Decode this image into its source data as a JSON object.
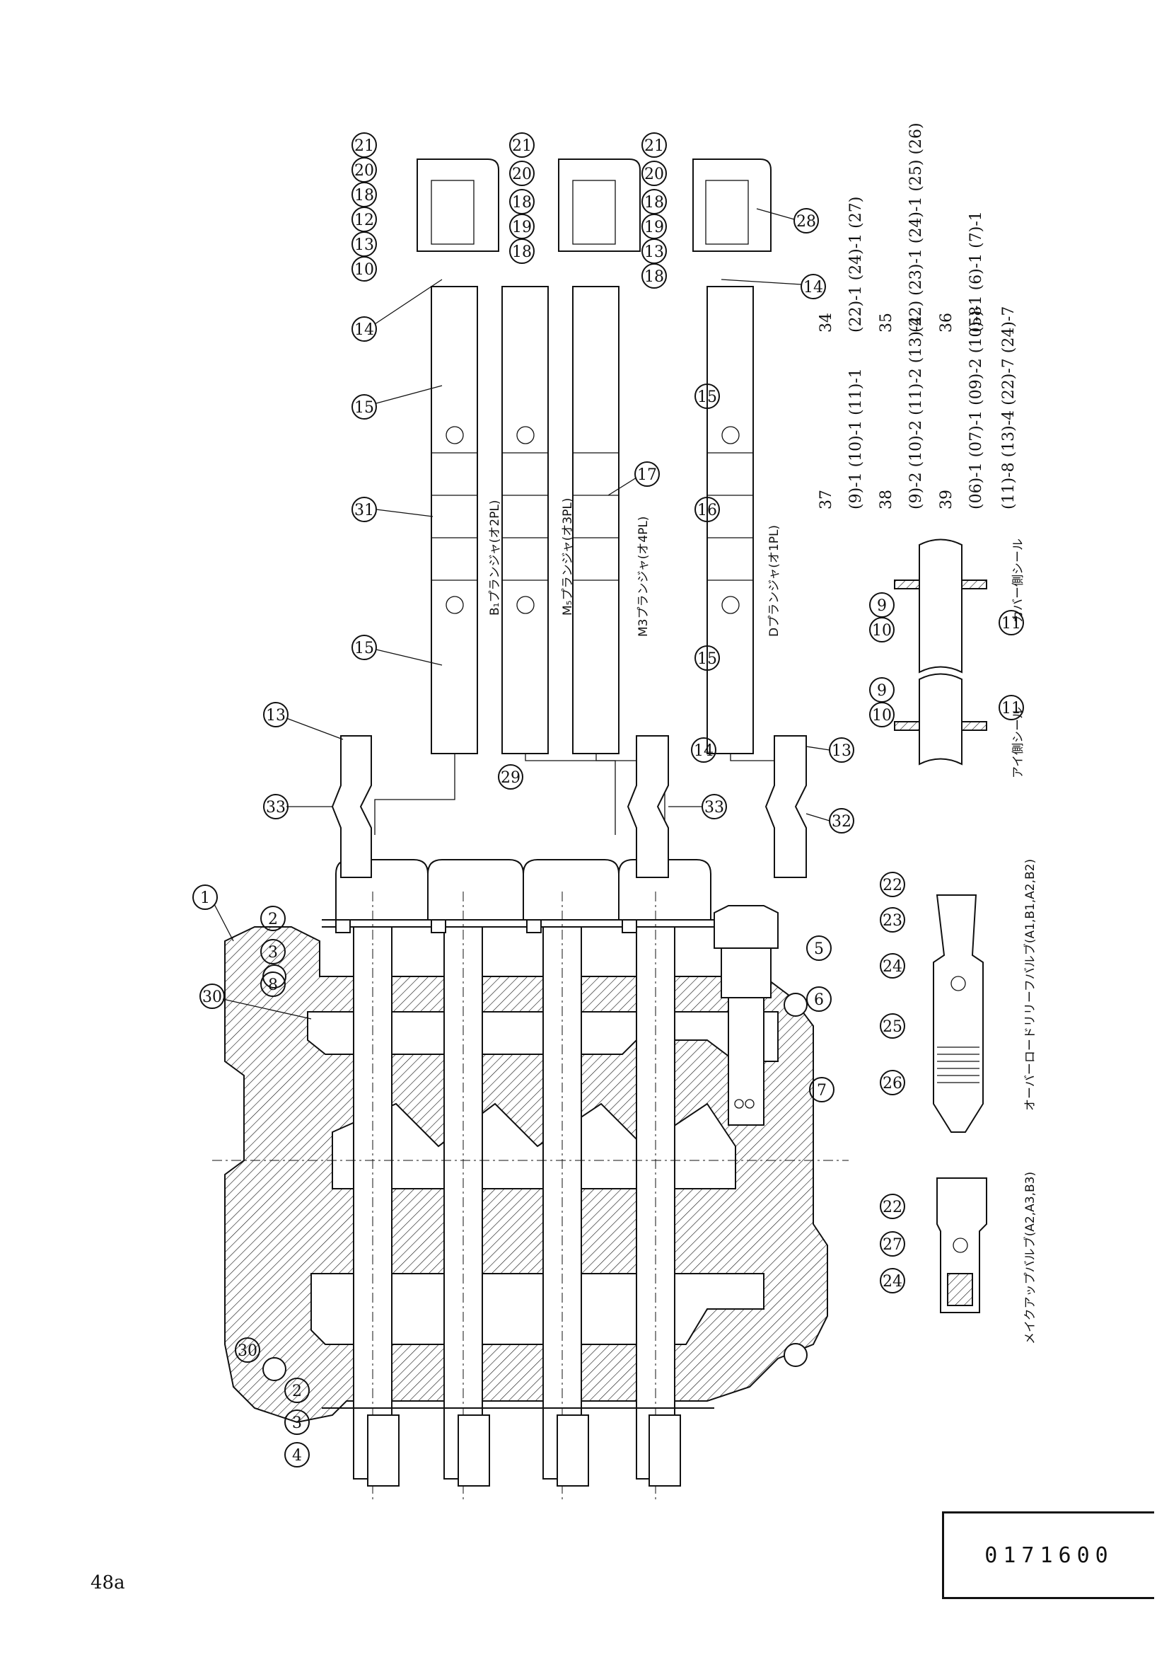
{
  "page_number": "48a",
  "drawing_code": "0171600",
  "captions": {
    "b1_plunger": "B₁プランジャ(オ2PL)",
    "m5_plunger": "M₅プランジャ(オ3PL)",
    "m3_plunger": "M3プランジャ(オ4PL)",
    "d_plunger": "Dプランジャ(オ1PL)",
    "a_side_seal": "アイ側シール",
    "cover_side_seal": "カバー側シール",
    "overload_relief_valve": "オーバーロードリリーフバルブ(A1,B1,A2,B2)",
    "makeup_valve": "メイクアップバルブ(A2,A3,B3)"
  },
  "callouts": {
    "c1": "1",
    "c2a": "2",
    "c3a": "3",
    "c8": "8",
    "c30a": "30",
    "c5": "5",
    "c6": "6",
    "c7": "7",
    "c30b": "30",
    "c2b": "2",
    "c3b": "3",
    "c4": "4",
    "c21a": "21",
    "c20a": "20",
    "c18a": "18",
    "c12": "12",
    "c13a": "13",
    "c10a": "10",
    "c14a": "14",
    "c21b": "21",
    "c20b": "20",
    "c18b": "18",
    "c19a": "19",
    "c18c": "18",
    "c21c": "21",
    "c20c": "20",
    "c18d": "18",
    "c19b": "19",
    "c13b": "13",
    "c18e": "18",
    "c28": "28",
    "c14b": "14",
    "c15a": "15",
    "c31": "31",
    "c15b": "15",
    "c29": "29",
    "c14c": "14",
    "c17": "17",
    "c15c": "15",
    "c16": "16",
    "c15d": "15",
    "c14d": "14",
    "c13c": "13",
    "c33a": "33",
    "c33b": "33",
    "c13d": "13",
    "c32": "32",
    "c9a": "9",
    "c10b": "10",
    "c11a": "11",
    "c9b": "9",
    "c10c": "10",
    "c11b": "11",
    "c22a": "22",
    "c23": "23",
    "c24a": "24",
    "c25": "25",
    "c26": "26",
    "c22b": "22",
    "c27": "27",
    "c24b": "24"
  },
  "kits": {
    "k34": {
      "no": "34",
      "items": [
        "22",
        "24",
        "27"
      ],
      "ann": [
        "-1",
        "-1",
        ""
      ]
    },
    "k35": {
      "no": "35",
      "items": [
        "22",
        "23",
        "24",
        "25",
        "26"
      ],
      "ann": [
        "",
        "-1",
        "-1",
        "",
        ""
      ]
    },
    "k36": {
      "no": "36",
      "items": [
        "5",
        "6",
        "7"
      ],
      "ann": [
        "-1",
        "-1",
        "-1"
      ]
    },
    "k37": {
      "no": "37",
      "items": [
        "9",
        "10",
        "11"
      ],
      "ann": [
        "-1",
        "-1",
        "-1"
      ]
    },
    "k38": {
      "no": "38",
      "items": [
        "9",
        "10",
        "11",
        "13"
      ],
      "ann": [
        "-2",
        "-2",
        "-2",
        "-4"
      ]
    },
    "k39a": {
      "no": "39",
      "items": [
        "06",
        "07",
        "09",
        "10"
      ],
      "ann": [
        "-1",
        "-1",
        "-2",
        "-8"
      ]
    },
    "k39b": {
      "no": "",
      "items": [
        "11",
        "13",
        "22",
        "24"
      ],
      "ann": [
        "-8",
        "-4",
        "-7",
        "-7"
      ]
    }
  }
}
